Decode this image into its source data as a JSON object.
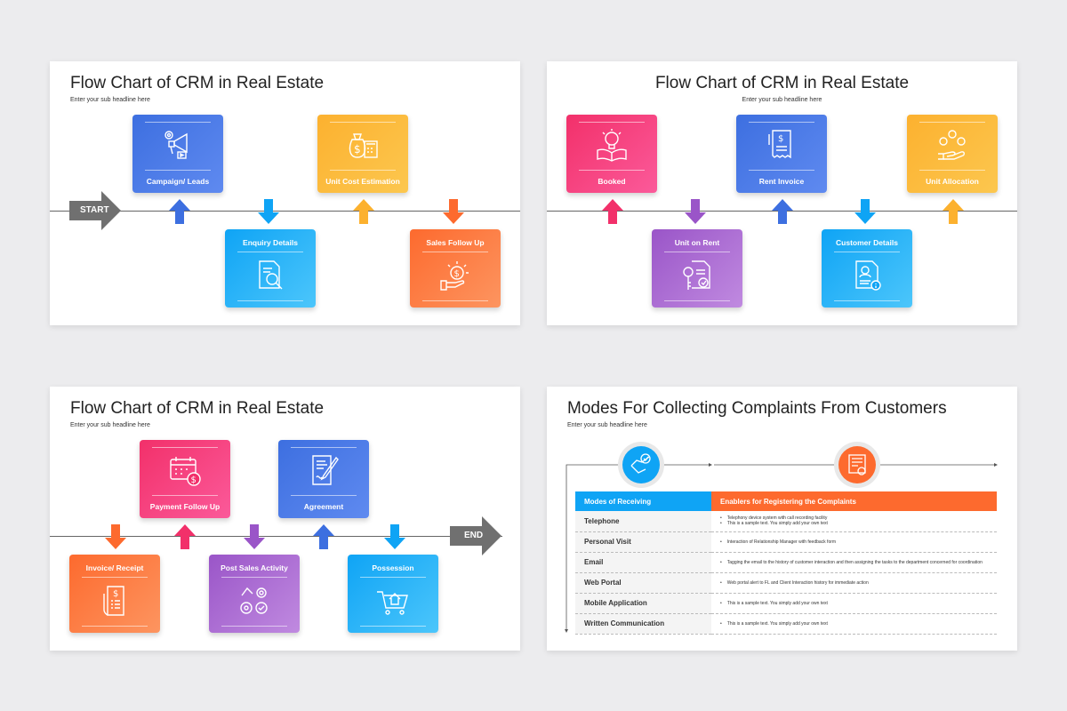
{
  "slide1": {
    "title": "Flow Chart of CRM in Real Estate",
    "subtitle": "Enter your sub headline here",
    "start_label": "START",
    "boxes": [
      {
        "label": "Campaign/ Leads",
        "icon": "megaphone-gear-icon"
      },
      {
        "label": "Enquiry Details",
        "icon": "document-search-icon"
      },
      {
        "label": "Unit Cost Estimation",
        "icon": "money-calculator-icon"
      },
      {
        "label": "Sales Follow Up",
        "icon": "hand-dollar-icon"
      }
    ]
  },
  "slide2": {
    "title": "Flow Chart of CRM in Real Estate",
    "subtitle": "Enter your sub headline here",
    "boxes": [
      {
        "label": "Booked",
        "icon": "lightbulb-book-icon"
      },
      {
        "label": "Unit on Rent",
        "icon": "key-document-icon"
      },
      {
        "label": "Rent Invoice",
        "icon": "invoice-icon"
      },
      {
        "label": "Customer Details",
        "icon": "profile-document-icon"
      },
      {
        "label": "Unit Allocation",
        "icon": "hand-people-icon"
      }
    ]
  },
  "slide3": {
    "title": "Flow Chart of CRM in Real Estate",
    "subtitle": "Enter your sub headline here",
    "end_label": "END",
    "boxes": [
      {
        "label": "Invoice/ Receipt",
        "icon": "receipt-icon"
      },
      {
        "label": "Payment Follow Up",
        "icon": "calendar-dollar-icon"
      },
      {
        "label": "Post Sales Activity",
        "icon": "activity-icons-icon"
      },
      {
        "label": "Agreement",
        "icon": "contract-pen-icon"
      },
      {
        "label": "Possession",
        "icon": "cart-house-icon"
      }
    ]
  },
  "slide4": {
    "title": "Modes For Collecting Complaints From Customers",
    "subtitle": "Enter your sub headline here",
    "headers": [
      "Modes of Receiving",
      "Enablers for Registering the Complaints"
    ],
    "rows": [
      {
        "mode": "Telephone",
        "enablers": [
          "Telephony device system with call recording facility",
          "This is a sample text. You simply add your own text"
        ]
      },
      {
        "mode": "Personal Visit",
        "enablers": [
          "Interaction of Relationship Manager with feedback form"
        ]
      },
      {
        "mode": "Email",
        "enablers": [
          "Tagging the email to the history of customer interaction and then assigning the tasks to the department concerned for coordination"
        ]
      },
      {
        "mode": "Web Portal",
        "enablers": [
          "Web portal alert to FL and Client Interaction history for immediate action"
        ]
      },
      {
        "mode": "Mobile Application",
        "enablers": [
          "This is a sample text. You simply add your own text"
        ]
      },
      {
        "mode": "Written Communication",
        "enablers": [
          "This is a sample text. You simply add your own text"
        ]
      }
    ],
    "header_icons": [
      "handshake-check-icon",
      "certificate-icon"
    ]
  },
  "colors": {
    "blue": "#3d6fe0",
    "sky": "#0fa4f5",
    "amber": "#fcb12f",
    "orange": "#fd6a2e",
    "pink": "#f2306a",
    "purple": "#9a55c8",
    "gray": "#707070"
  }
}
